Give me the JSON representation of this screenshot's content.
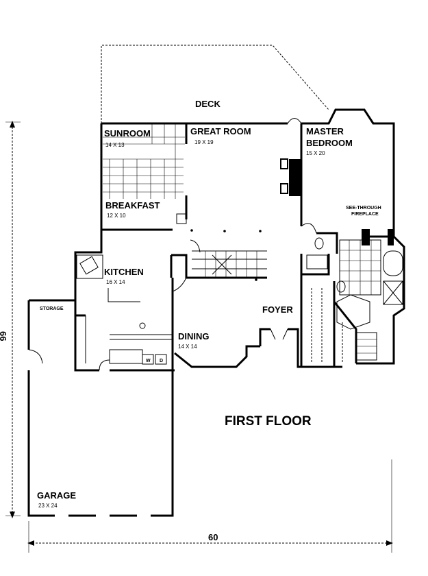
{
  "title": "FIRST FLOOR",
  "rooms": {
    "deck": {
      "name": "DECK"
    },
    "sunroom": {
      "name": "SUNROOM",
      "size": "14 X 13"
    },
    "great_room": {
      "name": "GREAT ROOM",
      "size": "19 X 19"
    },
    "master_bedroom": {
      "name_line1": "MASTER",
      "name_line2": "BEDROOM",
      "size": "15 X 20"
    },
    "fireplace": {
      "line1": "SEE-THROUGH",
      "line2": "FIREPLACE"
    },
    "breakfast": {
      "name": "BREAKFAST",
      "size": "12 X 10"
    },
    "kitchen": {
      "name": "KITCHEN",
      "size": "16 X 14"
    },
    "storage": {
      "name": "STORAGE"
    },
    "foyer": {
      "name": "FOYER"
    },
    "dining": {
      "name": "DINING",
      "size": "14 X 14"
    },
    "garage": {
      "name": "GARAGE",
      "size": "23 X 24"
    },
    "washer": {
      "label": "W"
    },
    "dryer": {
      "label": "D"
    }
  },
  "dimensions": {
    "depth": "66",
    "width": "60"
  }
}
